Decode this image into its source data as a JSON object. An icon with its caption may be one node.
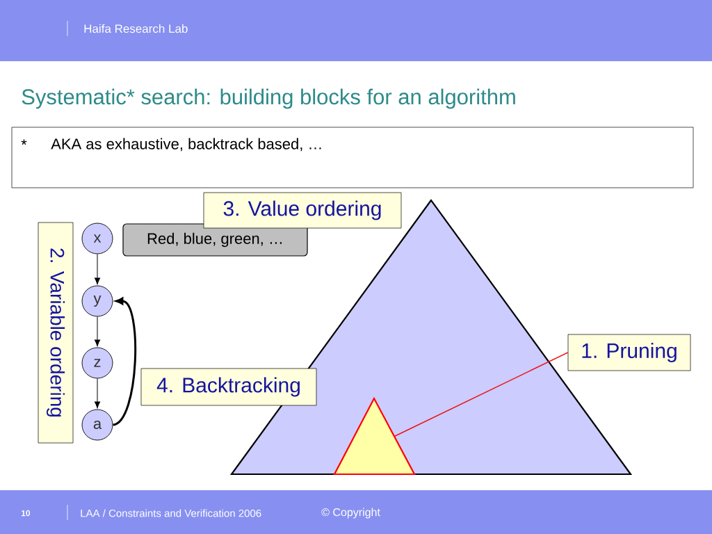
{
  "diagram": {
    "title": "Systematic* search: building blocks for an algorithm",
    "nodes": [
      {
        "text": [
          "*",
          "AKA as exhaustive, backtrack based, …"
        ]
      },
      {
        "text": [
          "2. Variable ordering"
        ]
      },
      {
        "text": [
          "x"
        ]
      },
      {
        "text": [
          "y"
        ]
      },
      {
        "text": [
          "z"
        ]
      },
      {
        "text": [
          "a"
        ]
      },
      {
        "text": [
          "Red, blue, green, …"
        ]
      },
      {
        "text": [
          "3. Value ordering"
        ]
      },
      {
        "text": [],
        "shape": "triangle"
      },
      {
        "text": [],
        "shape": "triangle",
        "in": 8
      },
      {
        "text": [
          "1. Pruning"
        ]
      },
      {
        "text": [
          "4. Backtracking"
        ]
      }
    ],
    "edges": [
      {
        "from": 2,
        "to": 3,
        "arrow": "to"
      },
      {
        "from": 3,
        "to": 4,
        "arrow": "to"
      },
      {
        "from": 4,
        "to": 5,
        "arrow": "to"
      },
      {
        "from": 5,
        "to": 3,
        "arrow": "to",
        "style": "thick"
      },
      {
        "from": 10,
        "to": 9,
        "arrow": "none",
        "color": "#ee1111"
      }
    ],
    "labels": [
      "Haifa Research Lab",
      "10",
      "LAA / Constraints and Verification 2006",
      "© Copyright"
    ]
  }
}
